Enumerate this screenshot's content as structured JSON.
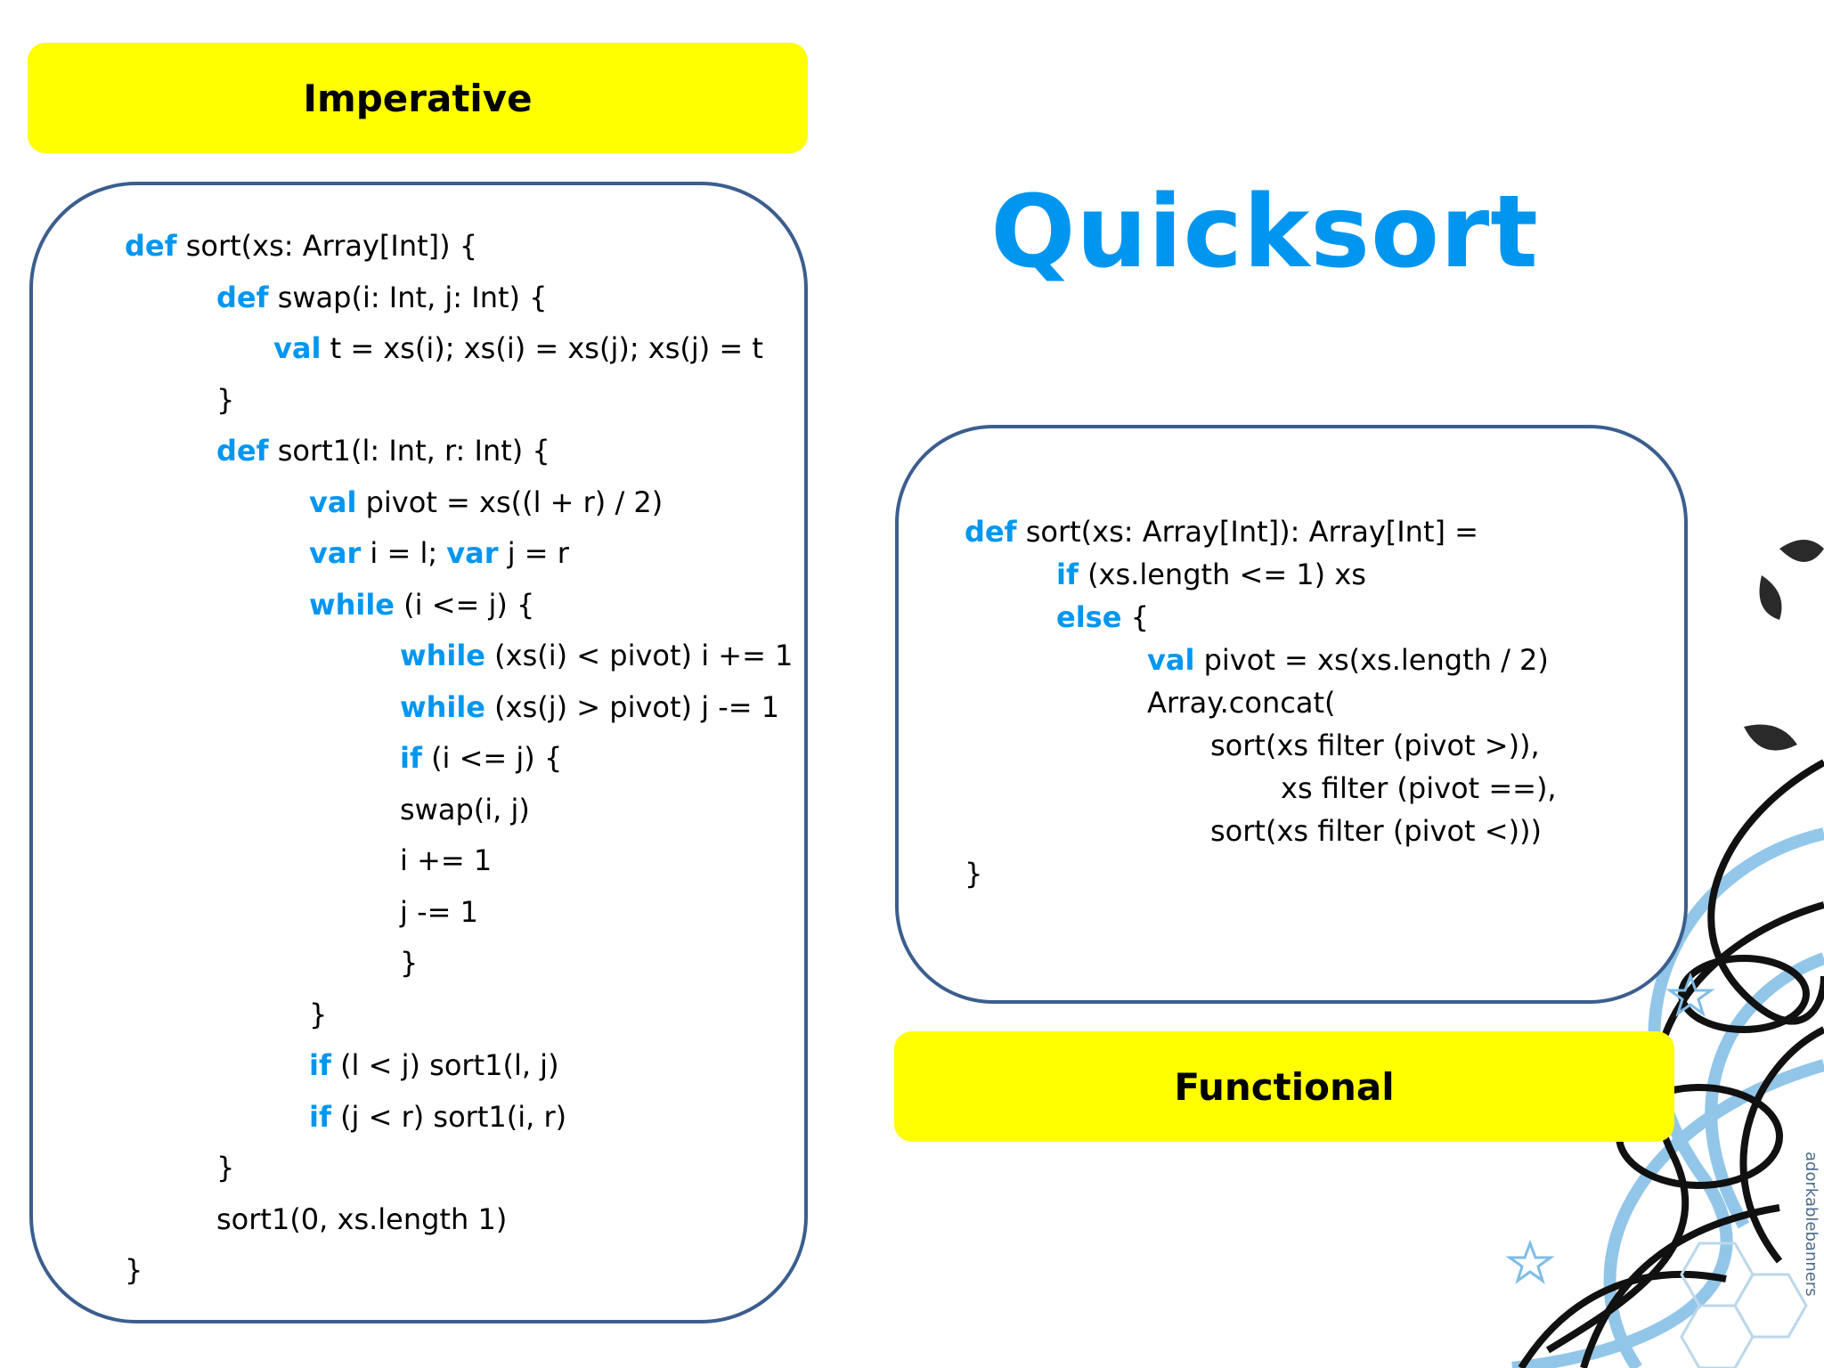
{
  "labels": {
    "imperative": "Imperative",
    "functional": "Functional"
  },
  "title": "Quicksort",
  "watermark": "adorkablebanners",
  "colors": {
    "keyword": "#0096f0",
    "label_bg": "#ffff00",
    "panel_border": "#3b5e8e"
  },
  "imperative_code": [
    {
      "kw": "def",
      "text": " sort(xs: Array[Int]) {"
    },
    {
      "kw": "def",
      "text": " swap(i: Int, j: Int) {"
    },
    {
      "kw": "val",
      "text": " t = xs(i); xs(i) = xs(j); xs(j) = t"
    },
    {
      "kw": "",
      "text": "}"
    },
    {
      "kw": "def",
      "text": " sort1(l: Int, r: Int) {"
    },
    {
      "kw": "val",
      "text": " pivot = xs((l + r) / 2)"
    },
    {
      "kw": "var",
      "text": " i = l; ",
      "kw2": "var",
      "text2": " j = r"
    },
    {
      "kw": "while",
      "text": " (i <= j) {"
    },
    {
      "kw": "while",
      "text": " (xs(i) < pivot) i += 1"
    },
    {
      "kw": "while",
      "text": " (xs(j) > pivot) j -= 1"
    },
    {
      "kw": "if",
      "text": " (i <= j) {"
    },
    {
      "kw": "",
      "text": "swap(i, j)"
    },
    {
      "kw": "",
      "text": "i += 1"
    },
    {
      "kw": "",
      "text": "j -= 1"
    },
    {
      "kw": "",
      "text": "}"
    },
    {
      "kw": "",
      "text": "}"
    },
    {
      "kw": "if",
      "text": " (l < j) sort1(l, j)"
    },
    {
      "kw": "if",
      "text": " (j < r) sort1(i, r)"
    },
    {
      "kw": "",
      "text": "}"
    },
    {
      "kw": "",
      "text": "sort1(0, xs.length 1)"
    },
    {
      "kw": "",
      "text": "}"
    }
  ],
  "functional_code": [
    {
      "kw": "def",
      "text": " sort(xs: Array[Int]): Array[Int] ="
    },
    {
      "kw": "if",
      "text": " (xs.length <= 1) xs"
    },
    {
      "kw": "else",
      "text": " {"
    },
    {
      "kw": "val",
      "text": " pivot = xs(xs.length / 2)"
    },
    {
      "kw": "",
      "text": "Array.concat("
    },
    {
      "kw": "",
      "text": "sort(xs filter (pivot >)),"
    },
    {
      "kw": "",
      "text": "xs filter (pivot ==),"
    },
    {
      "kw": "",
      "text": "sort(xs filter (pivot <)))"
    },
    {
      "kw": "",
      "text": "}"
    }
  ]
}
